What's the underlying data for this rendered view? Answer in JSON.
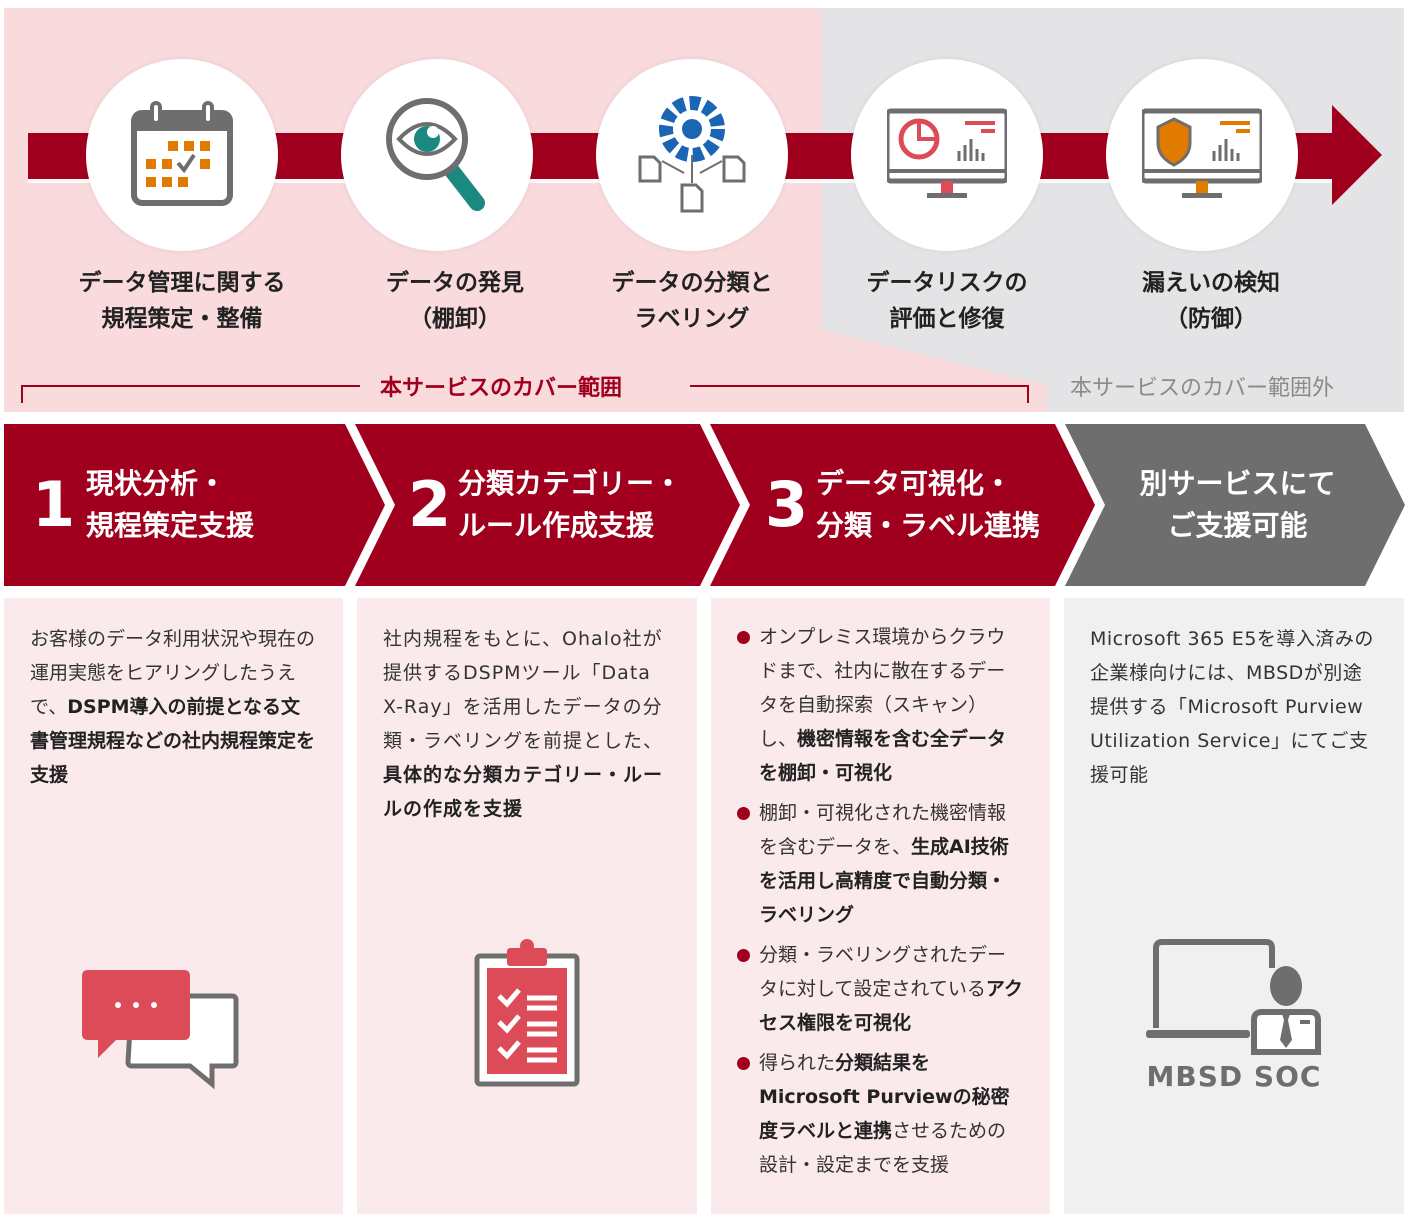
{
  "colors": {
    "brand": "#a0001e",
    "pink_bg": "#f9dadd",
    "grey_bg": "#e4e4e6",
    "panel_pink": "#fbeaec",
    "panel_grey": "#f0f0f0",
    "chev_grey": "#6e6e6e"
  },
  "steps": [
    {
      "icon": "calendar-icon",
      "line1": "データ管理に関する",
      "line2": "規程策定・整備"
    },
    {
      "icon": "magnifier-eye-icon",
      "line1": "データの発見",
      "line2": "（棚卸）"
    },
    {
      "icon": "gear-documents-icon",
      "line1": "データの分類と",
      "line2": "ラベリング"
    },
    {
      "icon": "monitor-chart-icon",
      "line1": "データリスクの",
      "line2": "評価と修復"
    },
    {
      "icon": "monitor-shield-icon",
      "line1": "漏えいの検知",
      "line2": "（防御）"
    }
  ],
  "coverage": {
    "in": "本サービスのカバー範囲",
    "out": "本サービスのカバー範囲外"
  },
  "services": [
    {
      "num": "1",
      "title1": "現状分析・",
      "title2": "規程策定支援"
    },
    {
      "num": "2",
      "title1": "分類カテゴリー・",
      "title2": "ルール作成支援"
    },
    {
      "num": "3",
      "title1": "データ可視化・",
      "title2": "分類・ラベル連携"
    },
    {
      "num": "",
      "title1": "別サービスにて",
      "title2": "ご支援可能"
    }
  ],
  "panels": {
    "p1": [
      {
        "t": "お客様のデータ利用状況や現在の運用実態をヒアリングしたうえで、"
      },
      {
        "t": "DSPM導入の前提となる文書管理規程などの社内規程策定を支援",
        "b": true
      }
    ],
    "p2": [
      {
        "t": "社内規程をもとに、Ohalo社が提供するDSPMツール「Data X-Ray」を活用したデータの分類・ラベリングを前提とした、"
      },
      {
        "t": "具体的な分類カテゴリー・ルールの作成を支援",
        "b": true
      }
    ],
    "p3": [
      [
        {
          "t": "オンプレミス環境からクラウドまで、社内に散在するデータを自動探索（スキャン）し、"
        },
        {
          "t": "機密情報を含む全データを棚卸・可視化",
          "b": true
        }
      ],
      [
        {
          "t": "棚卸・可視化された機密情報を含むデータを、"
        },
        {
          "t": "生成AI技術を活用し高精度で自動分類・ラベリング",
          "b": true
        }
      ],
      [
        {
          "t": "分類・ラベリングされたデータに対して設定されている"
        },
        {
          "t": "アクセス権限を可視化",
          "b": true
        }
      ],
      [
        {
          "t": "得られた"
        },
        {
          "t": "分類結果をMicrosoft Purviewの秘密度ラベルと連携",
          "b": true
        },
        {
          "t": "させるための設計・設定までを支援"
        }
      ]
    ],
    "p4": [
      {
        "t": "Microsoft 365 E5を導入済みの企業様向けには、MBSDが別途提供する「Microsoft Purview Utilization Service」にてご支援可能"
      }
    ]
  },
  "mbsd_label": "MBSD SOC"
}
